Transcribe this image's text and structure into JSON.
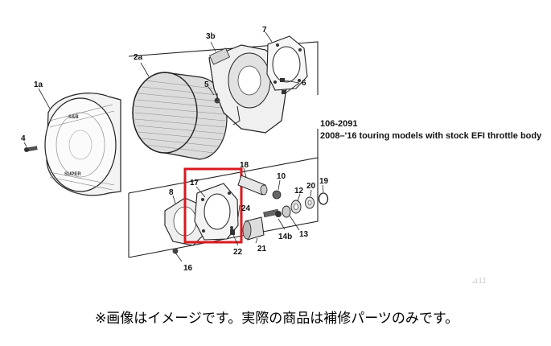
{
  "diagram": {
    "part_number": "106-2091",
    "description": "2008–'16 touring models with stock EFI throttle body",
    "watermark": "⊿11",
    "caption": "※画像はイメージです。実際の商品は補修パーツのみです。",
    "highlight_color": "#d9191f",
    "callouts": {
      "c1a": "1a",
      "c2a": "2a",
      "c3b": "3b",
      "c4": "4",
      "c5": "5",
      "c6": "6",
      "c7": "7",
      "c8": "8",
      "c10": "10",
      "c12": "12",
      "c13": "13",
      "c14b": "14b",
      "c16": "16",
      "c17": "17",
      "c18": "18",
      "c19": "19",
      "c20": "20",
      "c21": "21",
      "c22": "22",
      "c24": "24"
    },
    "cover_text": {
      "sandb": "S&B",
      "super": "SUPER"
    }
  }
}
